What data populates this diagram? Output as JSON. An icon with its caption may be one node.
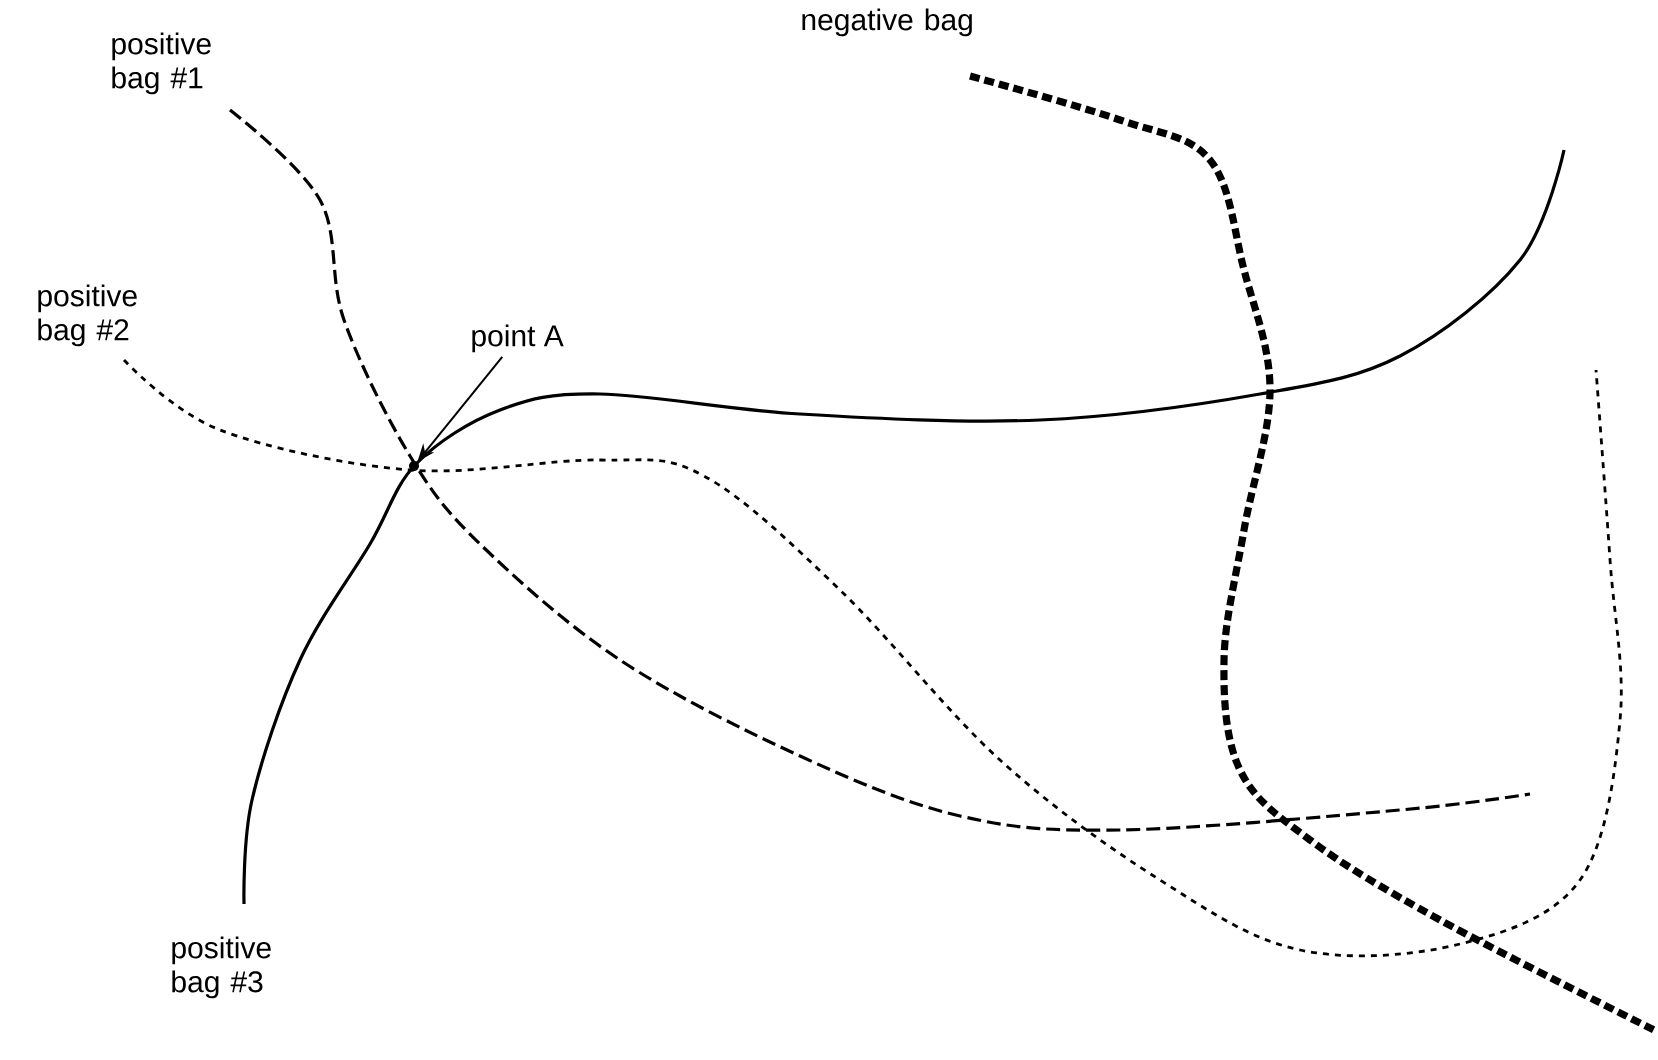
{
  "diagram": {
    "nodes": [
      {
        "text": [
          "point A"
        ]
      },
      {
        "text": [],
        "shape": "point"
      }
    ],
    "edges": [
      {
        "from": 0,
        "to": 1,
        "arrow": "to"
      }
    ],
    "labels": [
      "positive bag #1",
      "negative bag",
      "positive bag #2",
      "positive bag #3"
    ]
  }
}
